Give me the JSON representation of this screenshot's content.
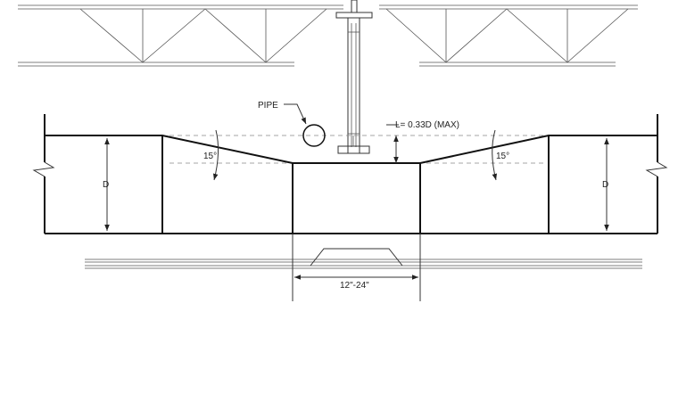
{
  "labels": {
    "pipe": "PIPE",
    "clearance": "L= 0.33D (MAX)",
    "angle_left": "15°",
    "angle_right": "15°",
    "depth_left": "D",
    "depth_right": "D",
    "width": "12\"-24\""
  }
}
